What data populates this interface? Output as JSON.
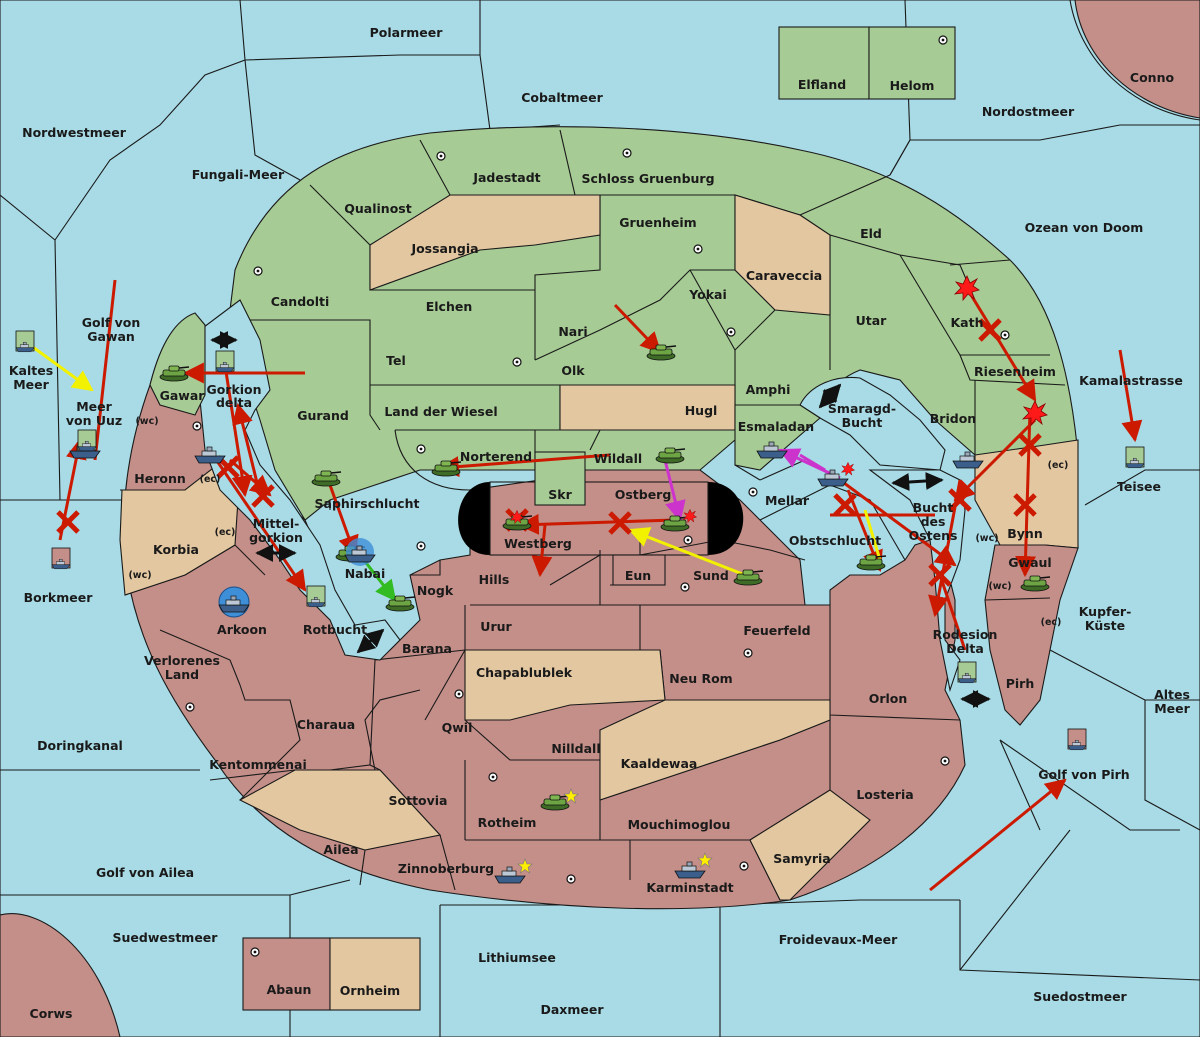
{
  "colors": {
    "sea": "#a8dbe6",
    "green": "#a6cb94",
    "red": "#c48f89",
    "tan": "#e3c7a0",
    "order_red": "#cc1a00",
    "order_yellow": "#f2f200",
    "order_magenta": "#cc33cc",
    "order_green": "#33bb22"
  },
  "labels": {
    "polarmeer": "Polarmeer",
    "elfland": "Elfland",
    "helom": "Helom",
    "conno": "Conno",
    "cobaltmeer": "Cobaltmeer",
    "nordostmeer": "Nordostmeer",
    "nordwestmeer": "Nordwestmeer",
    "fungali_meer": "Fungali-Meer",
    "jadestadt": "Jadestadt",
    "schloss_gruenburg": "Schloss Gruenburg",
    "qualinost": "Qualinost",
    "gruenheim": "Gruenheim",
    "eld": "Eld",
    "ozean_von_doom": "Ozean von Doom",
    "jossangia": "Jossangia",
    "caraveccia": "Caraveccia",
    "candolti": "Candolti",
    "elchen": "Elchen",
    "yokai": "Yokai",
    "utar": "Utar",
    "kath": "Kath",
    "golf_von_gawan_1": "Golf von",
    "golf_von_gawan_2": "Gawan",
    "nari": "Nari",
    "tel": "Tel",
    "olk": "Olk",
    "riesenheim": "Riesenheim",
    "kamalastrasse": "Kamalastrasse",
    "kaltes_meer_1": "Kaltes",
    "kaltes_meer_2": "Meer",
    "gawar": "Gawar",
    "gorkion_delta_1": "Gorkion",
    "gorkion_delta_2": "delta",
    "amphi": "Amphi",
    "smaragd_bucht_1": "Smaragd-",
    "smaragd_bucht_2": "Bucht",
    "meer_von_uuz_1": "Meer",
    "meer_von_uuz_2": "von Uuz",
    "land_der_wiesel": "Land der Wiesel",
    "hugl": "Hugl",
    "gurand": "Gurand",
    "bridon": "Bridon",
    "esmaladan": "Esmaladan",
    "heronn": "Heronn",
    "norterend": "Norterend",
    "wildall": "Wildall",
    "teisee": "Teisee",
    "skr": "Skr",
    "ostberg": "Ostberg",
    "mellar": "Mellar",
    "saphirschlucht": "Saphirschlucht",
    "bucht_des_ostens_1": "Bucht",
    "bucht_des_ostens_2": "des",
    "bucht_des_ostens_3": "Ostens",
    "mittelgorkion_1": "Mittel-",
    "mittelgorkion_2": "gorkion",
    "westberg": "Westberg",
    "obstschlucht": "Obstschlucht",
    "bynn": "Bynn",
    "korbia": "Korbia",
    "nabai": "Nabai",
    "hills": "Hills",
    "eun": "Eun",
    "sund": "Sund",
    "gwaul": "Gwaul",
    "nogk": "Nogk",
    "borkmeer": "Borkmeer",
    "kupfer_kueste_1": "Kupfer-",
    "kupfer_kueste_2": "Küste",
    "arkoon": "Arkoon",
    "rotbucht": "Rotbucht",
    "urur": "Urur",
    "feuerfeld": "Feuerfeld",
    "rodesion_delta_1": "Rodesion",
    "rodesion_delta_2": "Delta",
    "barana": "Barana",
    "verlorenes_land_1": "Verlorenes",
    "verlorenes_land_2": "Land",
    "chapablublek": "Chapablublek",
    "neu_rom": "Neu Rom",
    "pirh": "Pirh",
    "altes_meer_1": "Altes",
    "altes_meer_2": "Meer",
    "orlon": "Orlon",
    "charaua": "Charaua",
    "qwil": "Qwil",
    "doringkanal": "Doringkanal",
    "nilldall": "Nilldall",
    "kentommenai": "Kentommenai",
    "kaaldewaa": "Kaaldewaa",
    "golf_von_pirh": "Golf von Pirh",
    "losteria": "Losteria",
    "sottovia": "Sottovia",
    "rotheim": "Rotheim",
    "mouchimoglou": "Mouchimoglou",
    "ailea": "Ailea",
    "samyria": "Samyria",
    "golf_von_ailea": "Golf von Ailea",
    "zinnoberburg": "Zinnoberburg",
    "karminstadt": "Karminstadt",
    "suedwestmeer": "Suedwestmeer",
    "froidevaux_meer": "Froidevaux-Meer",
    "lithiumsee": "Lithiumsee",
    "abaun": "Abaun",
    "ornheim": "Ornheim",
    "suedostmeer": "Suedostmeer",
    "daxmeer": "Daxmeer",
    "corws": "Corws"
  },
  "coast_tags": {
    "wc": "(wc)",
    "ec": "(ec)"
  },
  "icons": {
    "army": "tank-icon",
    "fleet": "ship-icon",
    "supply_center": "supply-center-icon",
    "build": "star-icon",
    "dislodged": "explosion-icon",
    "failed_order": "cross-icon",
    "convoy_link": "double-arrow-icon"
  }
}
